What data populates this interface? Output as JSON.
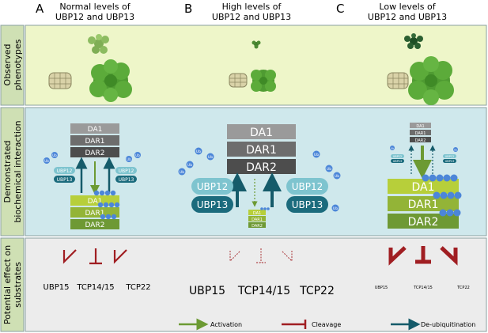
{
  "columns": [
    {
      "letter": "A",
      "line1": "Normal levels of",
      "line2": "UBP12 and UBP13"
    },
    {
      "letter": "B",
      "line1": "High levels of",
      "line2": "UBP12 and UBP13"
    },
    {
      "letter": "C",
      "line1": "Low levels of",
      "line2": "UBP12 and UBP13"
    }
  ],
  "rows": [
    {
      "line1": "Observed",
      "line2": "phenotypes"
    },
    {
      "line1": "Demonstrated",
      "line2": "biochemical interaction"
    },
    {
      "line1": "Potential effect on",
      "line2": "substrates"
    }
  ],
  "boxes": {
    "da1": "DA1",
    "dar1": "DAR1",
    "dar2": "DAR2",
    "ubp12": "UBP12",
    "ubp13": "UBP13",
    "ub": "Ub"
  },
  "substrates": [
    "UBP15",
    "TCP14/15",
    "TCP22"
  ],
  "legend": {
    "activation": "Activation",
    "cleavage": "Cleavage",
    "deubiquitination": "De-ubiquitination"
  },
  "colors": {
    "row1_bg": "#eef6c9",
    "row2_bg": "#cfe8ec",
    "row3_bg": "#ececec",
    "label_bg": "#cfe0b4",
    "dark_box": "#4d4d4d",
    "mid_box": "#6d6d6d",
    "light_box": "#9a9a9a",
    "ubp12": "#7ec4cf",
    "ubp13": "#1b6b7d",
    "green1": "#b7cf3a",
    "green2": "#93b437",
    "green3": "#6e9934",
    "arrow_teal": "#155b6a",
    "arrow_green": "#6c9a33",
    "cleavage_red": "#a01e22",
    "ub_blue": "#4c86d8"
  }
}
